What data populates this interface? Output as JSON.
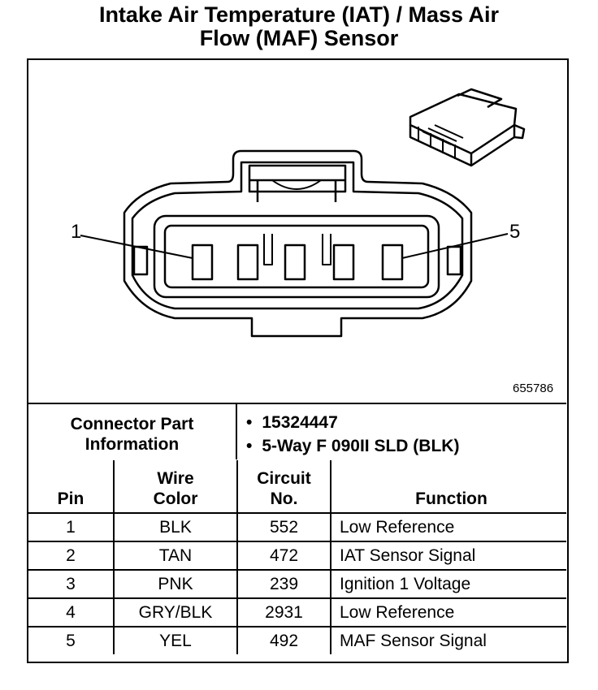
{
  "title": {
    "line1": "Intake Air Temperature (IAT) / Mass Air",
    "line2": "Flow (MAF) Sensor"
  },
  "figure": {
    "id": "655786",
    "pin_callouts": [
      "1",
      "5"
    ]
  },
  "connector": {
    "label_line1": "Connector Part",
    "label_line2": "Information",
    "info": [
      "15324447",
      "5-Way F 090II SLD (BLK)"
    ]
  },
  "table": {
    "headers": {
      "pin": "Pin",
      "wire_line1": "Wire",
      "wire_line2": "Color",
      "circuit_line1": "Circuit",
      "circuit_line2": "No.",
      "function": "Function"
    },
    "rows": [
      {
        "pin": "1",
        "wire": "BLK",
        "circuit": "552",
        "function": "Low Reference"
      },
      {
        "pin": "2",
        "wire": "TAN",
        "circuit": "472",
        "function": "IAT Sensor Signal"
      },
      {
        "pin": "3",
        "wire": "PNK",
        "circuit": "239",
        "function": "Ignition 1 Voltage"
      },
      {
        "pin": "4",
        "wire": "GRY/BLK",
        "circuit": "2931",
        "function": "Low Reference"
      },
      {
        "pin": "5",
        "wire": "YEL",
        "circuit": "492",
        "function": "MAF Sensor Signal"
      }
    ]
  }
}
